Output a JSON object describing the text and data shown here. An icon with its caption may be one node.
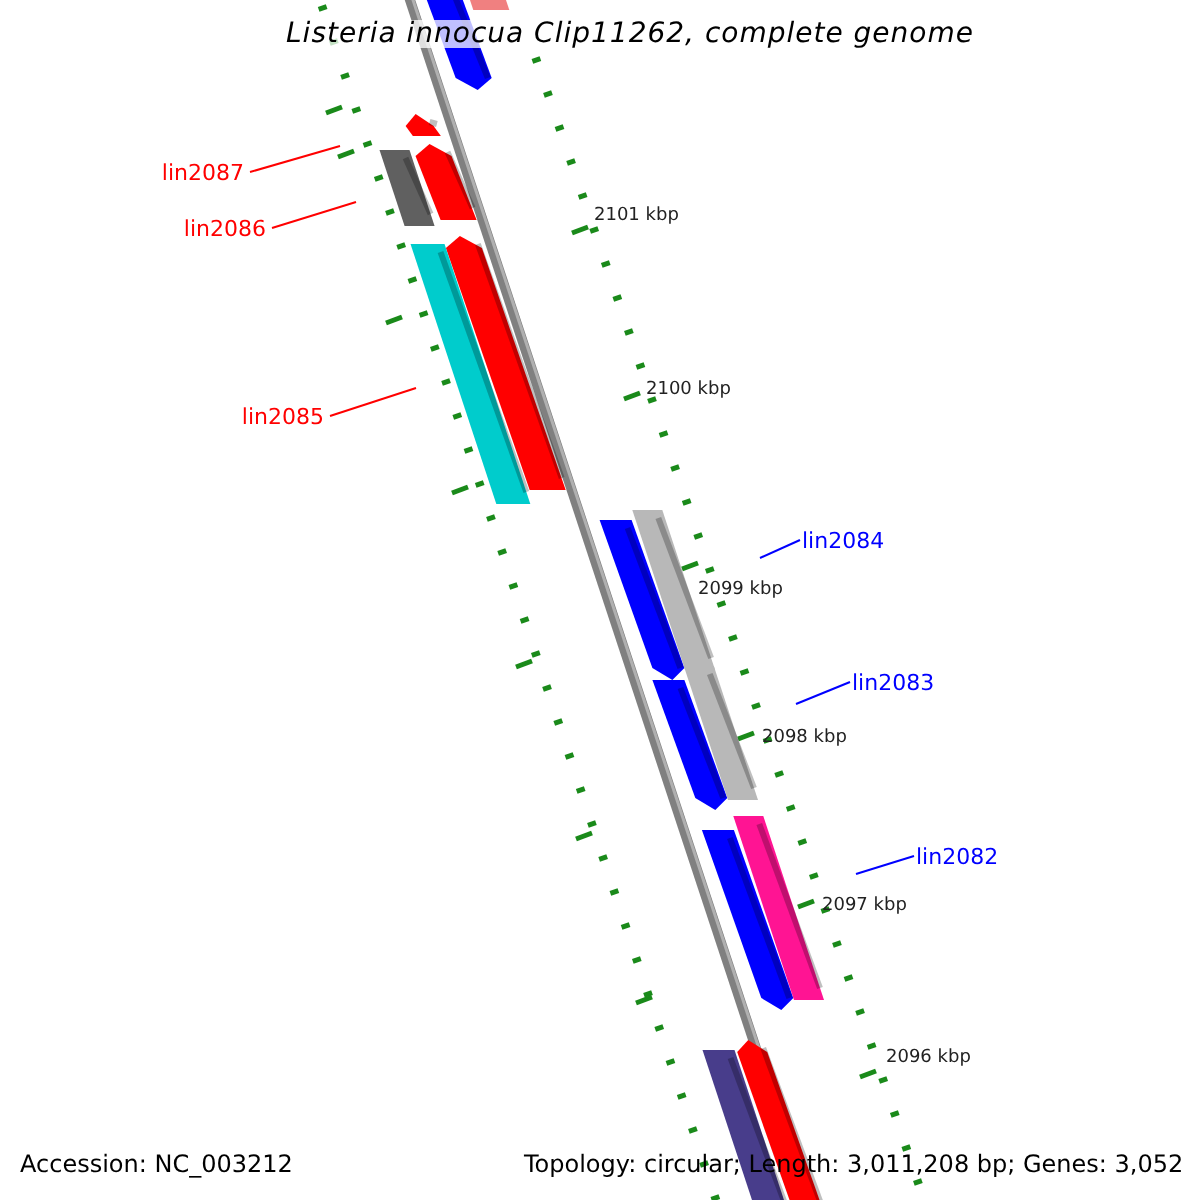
{
  "diagram": {
    "title": "Listeria innocua Clip11262, complete genome",
    "nodes": [
      {
        "text": [
          "lin2087"
        ]
      },
      {
        "text": [
          "lin2086"
        ]
      },
      {
        "text": [
          "lin2085"
        ]
      },
      {
        "text": [
          "lin2084"
        ]
      },
      {
        "text": [
          "lin2083"
        ]
      },
      {
        "text": [
          "lin2082"
        ]
      }
    ],
    "edges": [
      {
        "from": 0,
        "to": null,
        "arrow": "none",
        "color": "#ff0000"
      },
      {
        "from": 1,
        "to": null,
        "arrow": "none",
        "color": "#ff0000"
      },
      {
        "from": 2,
        "to": null,
        "arrow": "none",
        "color": "#ff0000"
      },
      {
        "from": 3,
        "to": null,
        "arrow": "none",
        "color": "#0000ff"
      },
      {
        "from": 4,
        "to": null,
        "arrow": "none",
        "color": "#0000ff"
      },
      {
        "from": 5,
        "to": null,
        "arrow": "none",
        "color": "#0000ff"
      }
    ],
    "labels": [
      "2101 kbp",
      "2100 kbp",
      "2099 kbp",
      "2098 kbp",
      "2097 kbp",
      "2096 kbp",
      "Accession: NC_003212",
      "Topology: circular; Length: 3,011,208 bp; Genes: 3,052"
    ]
  }
}
